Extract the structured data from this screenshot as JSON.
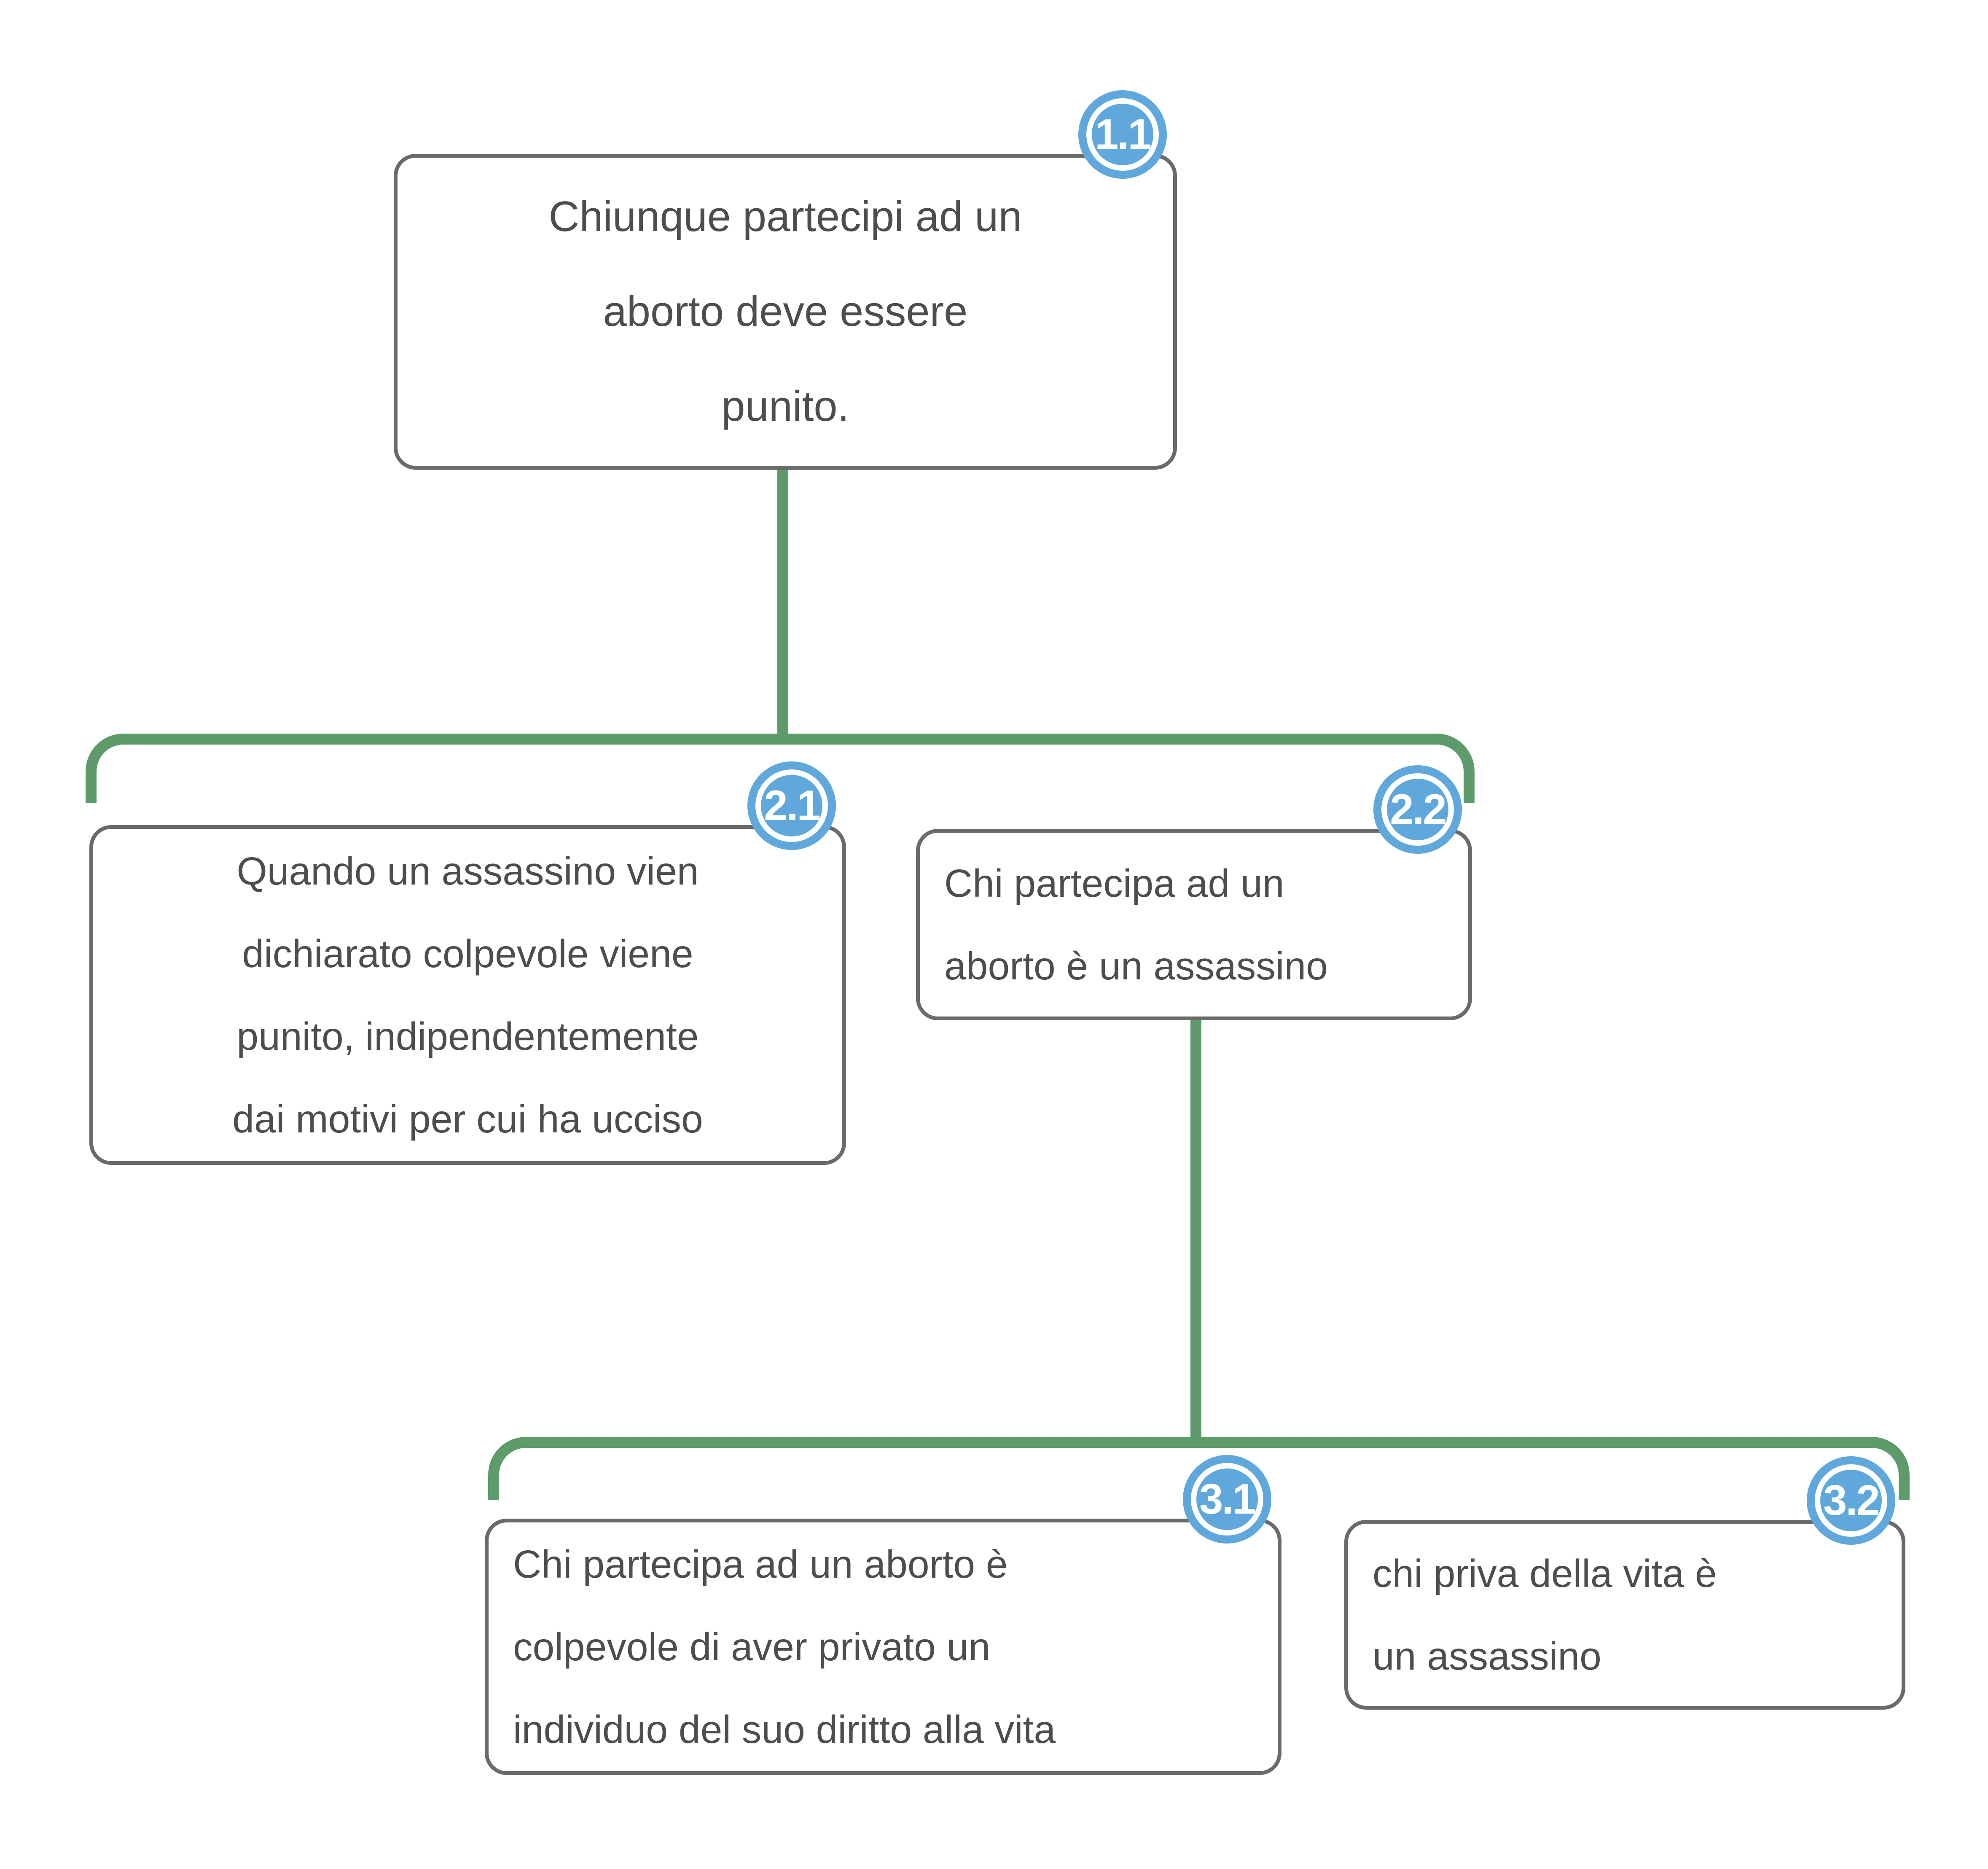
{
  "colors": {
    "connector_green": "#5d9b6b",
    "badge_blue": "#60a8dc",
    "box_border_gray": "#6a6a6a",
    "text_gray": "#4d4d4d"
  },
  "nodes": [
    {
      "badge": "1.1",
      "text": "Chiunque partecipi ad un\naborto deve essere\npunito."
    },
    {
      "badge": "2.1",
      "text": "Quando un assassino vien\ndichiarato colpevole viene\npunito, indipendentemente\ndai motivi per cui ha ucciso"
    },
    {
      "badge": "2.2",
      "text": "Chi partecipa ad un\naborto è un assassino"
    },
    {
      "badge": "3.1",
      "text": "Chi partecipa ad un aborto è\ncolpevole di aver privato un\nindividuo del suo diritto alla vita"
    },
    {
      "badge": "3.2",
      "text": "chi priva della vita è\nun assassino"
    }
  ]
}
